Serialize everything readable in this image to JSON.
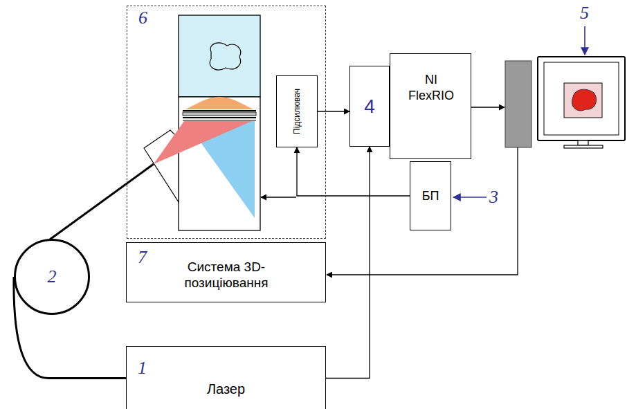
{
  "diagram": {
    "nodes": [
      {
        "text": [
          "6"
        ]
      },
      {
        "text": [
          "Підсилювач"
        ],
        "in": 0
      },
      {
        "text": [
          "4"
        ]
      },
      {
        "text": [
          "NI FlexRIO"
        ]
      },
      {
        "text": [
          "БП"
        ]
      },
      {
        "text": [
          "7",
          "Система 3D-позиціювання"
        ]
      },
      {
        "text": [
          "1",
          "Лазер"
        ]
      },
      {
        "text": [
          "2"
        ]
      }
    ],
    "edges": [
      {
        "from": 1,
        "to": 2,
        "arrow": "to"
      },
      {
        "from": 4,
        "to": 1,
        "arrow": "to"
      },
      {
        "from": 6,
        "to": 2,
        "arrow": "to"
      },
      {
        "from": 6,
        "to": 7,
        "arrow": "none"
      }
    ],
    "labels": [
      "3",
      "5"
    ]
  }
}
